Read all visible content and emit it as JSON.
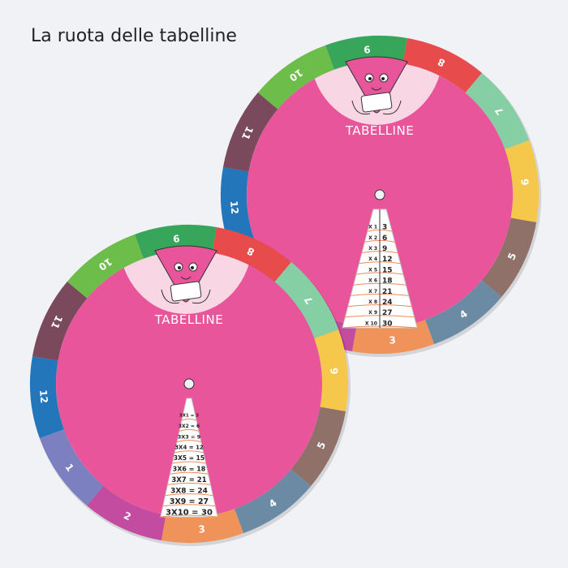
{
  "title": "La ruota delle tabelline",
  "colors": {
    "background": "#f1f2f6",
    "wheel_face": "#e9559a",
    "cap": "#f9d6e4",
    "row_line": "#ef8a5a",
    "segments": {
      "1": "#7c7fc0",
      "2": "#c44ca0",
      "3": "#f0935a",
      "4": "#6b8ba5",
      "5": "#8f716a",
      "6": "#f5c84c",
      "7": "#86cfa4",
      "8": "#e84b4b",
      "9": "#37a55a",
      "10": "#6dbd4b",
      "11": "#7a4a5c",
      "12": "#2476bb"
    }
  },
  "wheels": [
    {
      "name": "front-wheel",
      "brand": "TABELLINE",
      "segments": [
        "9",
        "8",
        "7",
        "6",
        "5",
        "4",
        "3",
        "2",
        "1",
        "12",
        "11",
        "10"
      ],
      "rows": [
        "3X1 = 3",
        "3X2 = 6",
        "3X3 = 9",
        "3X4 = 12",
        "3X5 = 15",
        "3X6 = 18",
        "3X7 = 21",
        "3X8 = 24",
        "3X9 = 27",
        "3X10 = 30"
      ]
    },
    {
      "name": "back-wheel",
      "brand": "TABELLINE",
      "segments": [
        "9",
        "8",
        "7",
        "6",
        "5",
        "4",
        "3",
        "2",
        "1",
        "12",
        "11",
        "10"
      ],
      "factors": [
        "X 1",
        "X 2",
        "X 3",
        "X 4",
        "X 5",
        "X 6",
        "X 7",
        "X 8",
        "X 9",
        "X 10"
      ],
      "results": [
        "3",
        "6",
        "9",
        "12",
        "15",
        "18",
        "21",
        "24",
        "27",
        "30"
      ]
    }
  ]
}
